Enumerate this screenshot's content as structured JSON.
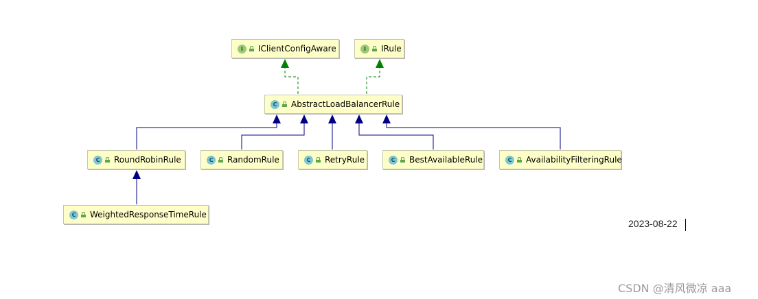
{
  "diagram": {
    "nodes": [
      {
        "id": "iclient",
        "kind": "interface",
        "badge": "I",
        "label": "IClientConfigAware"
      },
      {
        "id": "irule",
        "kind": "interface",
        "badge": "I",
        "label": "IRule"
      },
      {
        "id": "abstract",
        "kind": "class",
        "badge": "C",
        "label": "AbstractLoadBalancerRule"
      },
      {
        "id": "roundrobin",
        "kind": "class",
        "badge": "C",
        "label": "RoundRobinRule"
      },
      {
        "id": "random",
        "kind": "class",
        "badge": "C",
        "label": "RandomRule"
      },
      {
        "id": "retry",
        "kind": "class",
        "badge": "C",
        "label": "RetryRule"
      },
      {
        "id": "bestavailable",
        "kind": "class",
        "badge": "C",
        "label": "BestAvailableRule"
      },
      {
        "id": "availability",
        "kind": "class",
        "badge": "C",
        "label": "AvailabilityFilteringRule"
      },
      {
        "id": "weighted",
        "kind": "class",
        "badge": "C",
        "label": "WeightedResponseTimeRule"
      }
    ],
    "edges": [
      {
        "from": "abstract",
        "to": "iclient",
        "type": "implements"
      },
      {
        "from": "abstract",
        "to": "irule",
        "type": "implements"
      },
      {
        "from": "roundrobin",
        "to": "abstract",
        "type": "extends"
      },
      {
        "from": "random",
        "to": "abstract",
        "type": "extends"
      },
      {
        "from": "retry",
        "to": "abstract",
        "type": "extends"
      },
      {
        "from": "bestavailable",
        "to": "abstract",
        "type": "extends"
      },
      {
        "from": "availability",
        "to": "abstract",
        "type": "extends"
      },
      {
        "from": "weighted",
        "to": "roundrobin",
        "type": "extends"
      }
    ],
    "colors": {
      "implements": "#008000",
      "extends": "#000080",
      "node_fill": "#fefec8"
    }
  },
  "annotation": {
    "date": "2023-08-22"
  },
  "watermark": {
    "text": "CSDN @清风微凉 aaa"
  }
}
